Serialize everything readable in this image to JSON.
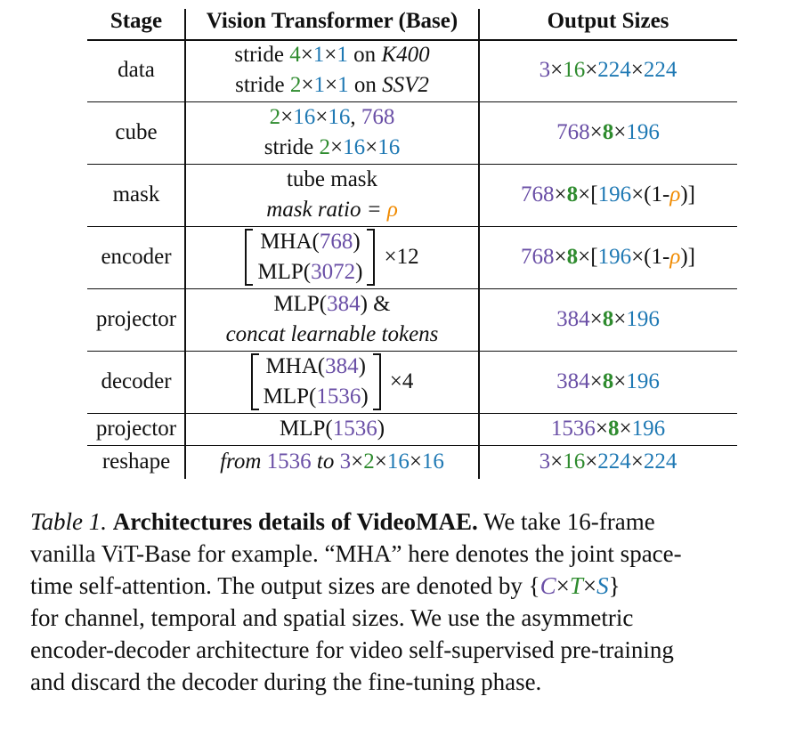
{
  "table": {
    "headers": [
      "Stage",
      "Vision Transformer (Base)",
      "Output Sizes"
    ],
    "rows": [
      {
        "stage": "data",
        "vit": [
          [
            [
              "stride ",
              ""
            ],
            [
              "4",
              "g"
            ],
            [
              "×",
              ""
            ],
            [
              "1",
              "b"
            ],
            [
              "×",
              ""
            ],
            [
              "1",
              "b"
            ],
            [
              " on ",
              ""
            ],
            [
              "K400",
              "it"
            ]
          ],
          [
            [
              "stride ",
              ""
            ],
            [
              "2",
              "g"
            ],
            [
              "×",
              ""
            ],
            [
              "1",
              "b"
            ],
            [
              "×",
              ""
            ],
            [
              "1",
              "b"
            ],
            [
              " on ",
              ""
            ],
            [
              "SSV2",
              "it"
            ]
          ]
        ],
        "out": [
          [
            "3",
            "v"
          ],
          [
            "×",
            ""
          ],
          [
            "16",
            "g"
          ],
          [
            "×",
            ""
          ],
          [
            "224",
            "b"
          ],
          [
            "×",
            ""
          ],
          [
            "224",
            "b"
          ]
        ]
      },
      {
        "stage": "cube",
        "vit": [
          [
            [
              "2",
              "g"
            ],
            [
              "×",
              ""
            ],
            [
              "16",
              "b"
            ],
            [
              "×",
              ""
            ],
            [
              "16",
              "b"
            ],
            [
              ", ",
              ""
            ],
            [
              "768",
              "v"
            ]
          ],
          [
            [
              "stride ",
              ""
            ],
            [
              "2",
              "g"
            ],
            [
              "×",
              ""
            ],
            [
              "16",
              "b"
            ],
            [
              "×",
              ""
            ],
            [
              "16",
              "b"
            ]
          ]
        ],
        "out": [
          [
            "768",
            "v"
          ],
          [
            "×",
            ""
          ],
          [
            "8",
            "gb"
          ],
          [
            "×",
            ""
          ],
          [
            "196",
            "b"
          ]
        ]
      },
      {
        "stage": "mask",
        "vit": [
          [
            [
              "tube mask",
              ""
            ]
          ],
          [
            [
              "mask ratio",
              "it"
            ],
            [
              " = ",
              "it"
            ],
            [
              "ρ",
              "o it"
            ]
          ]
        ],
        "out": [
          [
            "768",
            "v"
          ],
          [
            "×",
            ""
          ],
          [
            "8",
            "gb"
          ],
          [
            "×[",
            ""
          ],
          [
            "196",
            "b"
          ],
          [
            "×(1-",
            ""
          ],
          [
            "ρ",
            "o it"
          ],
          [
            ")]",
            ""
          ]
        ]
      },
      {
        "stage": "encoder",
        "block": {
          "lines": [
            [
              [
                "MHA(",
                ""
              ],
              [
                "768",
                "v"
              ],
              [
                ")",
                ""
              ]
            ],
            [
              [
                "MLP(",
                ""
              ],
              [
                "3072",
                "v"
              ],
              [
                ")",
                ""
              ]
            ]
          ],
          "times": "×12"
        },
        "out": [
          [
            "768",
            "v"
          ],
          [
            "×",
            ""
          ],
          [
            "8",
            "gb"
          ],
          [
            "×[",
            ""
          ],
          [
            "196",
            "b"
          ],
          [
            "×(1-",
            ""
          ],
          [
            "ρ",
            "o it"
          ],
          [
            ")]",
            ""
          ]
        ]
      },
      {
        "stage": "projector",
        "vit": [
          [
            [
              "MLP(",
              ""
            ],
            [
              "384",
              "v"
            ],
            [
              ") &",
              ""
            ]
          ],
          [
            [
              "concat learnable tokens",
              "it"
            ]
          ]
        ],
        "out": [
          [
            "384",
            "v"
          ],
          [
            "×",
            ""
          ],
          [
            "8",
            "gb"
          ],
          [
            "×",
            ""
          ],
          [
            "196",
            "b"
          ]
        ]
      },
      {
        "stage": "decoder",
        "block": {
          "lines": [
            [
              [
                "MHA(",
                ""
              ],
              [
                "384",
                "v"
              ],
              [
                ")",
                ""
              ]
            ],
            [
              [
                "MLP(",
                ""
              ],
              [
                "1536",
                "v"
              ],
              [
                ")",
                ""
              ]
            ]
          ],
          "times": "×4"
        },
        "out": [
          [
            "384",
            "v"
          ],
          [
            "×",
            ""
          ],
          [
            "8",
            "gb"
          ],
          [
            "×",
            ""
          ],
          [
            "196",
            "b"
          ]
        ]
      },
      {
        "stage": "projector",
        "vit": [
          [
            [
              "MLP(",
              ""
            ],
            [
              "1536",
              "v"
            ],
            [
              ")",
              ""
            ]
          ]
        ],
        "out": [
          [
            "1536",
            "v"
          ],
          [
            "×",
            ""
          ],
          [
            "8",
            "gb"
          ],
          [
            "×",
            ""
          ],
          [
            "196",
            "b"
          ]
        ]
      },
      {
        "stage": "reshape",
        "vit": [
          [
            [
              "from ",
              "it"
            ],
            [
              "1536",
              "v"
            ],
            [
              " to ",
              "it"
            ],
            [
              "3",
              "v"
            ],
            [
              "×",
              ""
            ],
            [
              "2",
              "g"
            ],
            [
              "×",
              ""
            ],
            [
              "16",
              "b"
            ],
            [
              "×",
              ""
            ],
            [
              "16",
              "b"
            ]
          ]
        ],
        "out": [
          [
            "3",
            "v"
          ],
          [
            "×",
            ""
          ],
          [
            "16",
            "g"
          ],
          [
            "×",
            ""
          ],
          [
            "224",
            "b"
          ],
          [
            "×",
            ""
          ],
          [
            "224",
            "b"
          ]
        ]
      }
    ]
  },
  "caption": {
    "lines": [
      [
        [
          "Table 1. ",
          "it"
        ],
        [
          "Architectures details of VideoMAE.",
          "bold"
        ],
        [
          " We take 16-frame",
          ""
        ]
      ],
      [
        [
          "vanilla ViT-Base for example. “MHA” here denotes the joint space-",
          ""
        ]
      ],
      [
        [
          "time self-attention. The output sizes are denoted by {",
          ""
        ],
        [
          "C",
          "math v"
        ],
        [
          "×",
          ""
        ],
        [
          "T",
          "math g"
        ],
        [
          "×",
          ""
        ],
        [
          "S",
          "math b"
        ],
        [
          "}",
          ""
        ]
      ],
      [
        [
          "for channel, temporal and spatial sizes. We use the asymmetric",
          ""
        ]
      ],
      [
        [
          "encoder-decoder architecture for video self-supervised pre-training",
          ""
        ]
      ],
      [
        [
          "and discard the decoder during the fine-tuning phase.",
          ""
        ]
      ]
    ]
  }
}
